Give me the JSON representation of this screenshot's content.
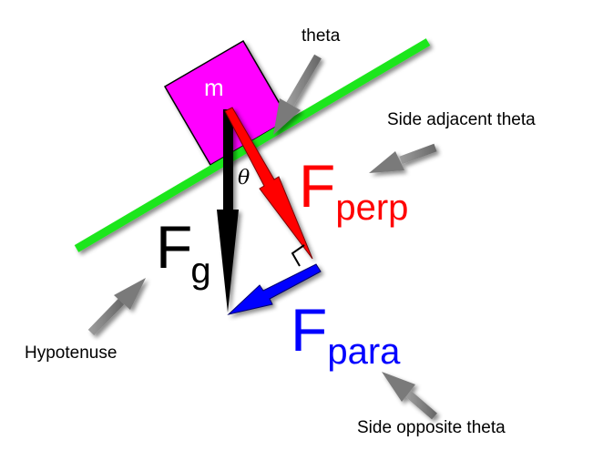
{
  "mass_label": "m",
  "theta_symbol": "θ",
  "labels": {
    "theta": "theta",
    "side_adjacent": "Side adjacent theta",
    "side_opposite": "Side opposite theta",
    "hypotenuse": "Hypotenuse"
  },
  "forces": {
    "gravity": {
      "main": "F",
      "sub": "g"
    },
    "perpendicular": {
      "main": "F",
      "sub": "perp"
    },
    "parallel": {
      "main": "F",
      "sub": "para"
    }
  },
  "colors": {
    "incline": "#1ee61e",
    "mass_block": "#ff00ff",
    "gravity": "#000000",
    "perpendicular": "#ff0000",
    "parallel": "#0000ff",
    "pointer_arrows": "#777777"
  }
}
